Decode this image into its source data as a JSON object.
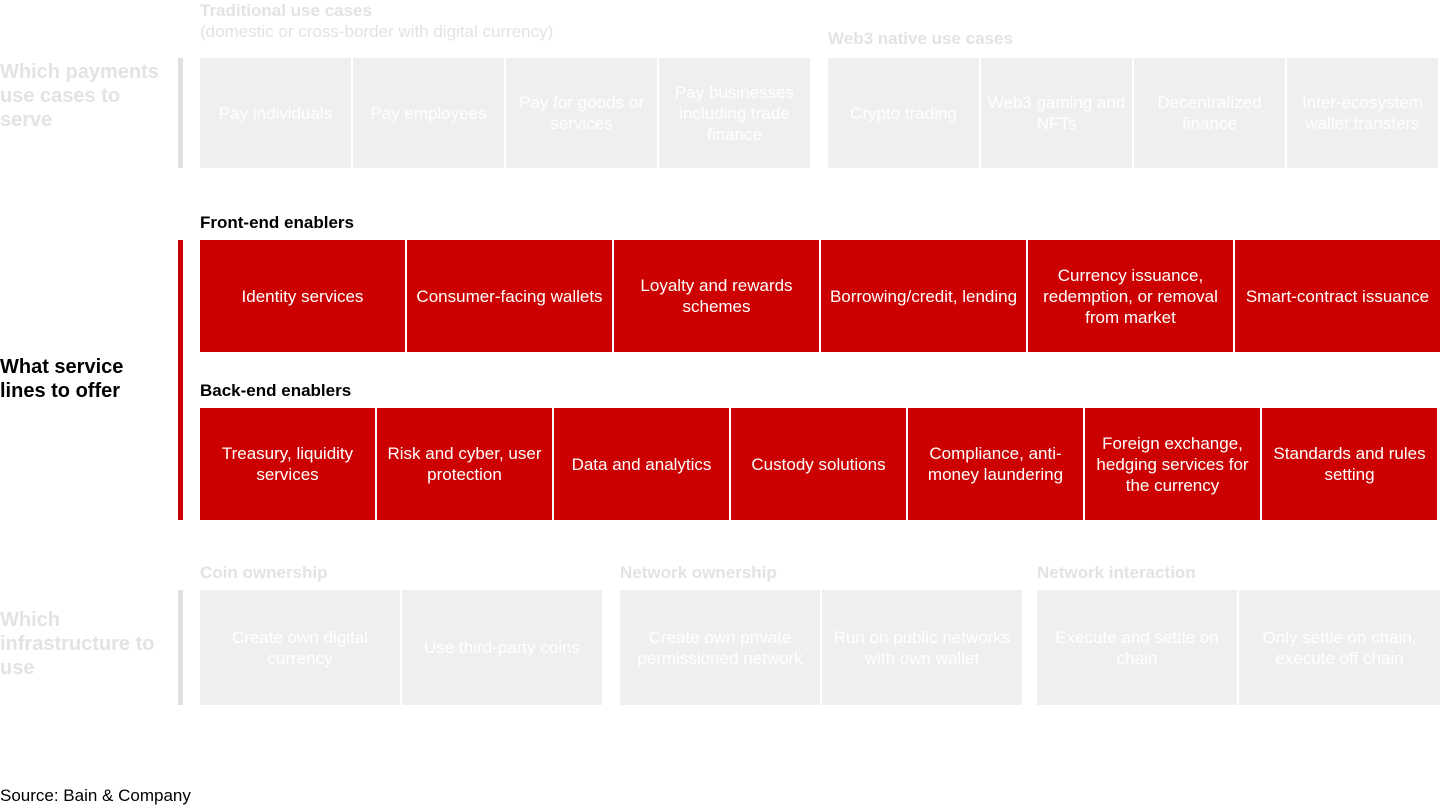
{
  "sections": [
    {
      "id": "payments-use-cases",
      "axis_label": "Which payments use cases to serve",
      "active": false,
      "groups": [
        {
          "title": "Traditional use cases",
          "subtitle": "(domestic or cross-border with digital currency)",
          "cells": [
            "Pay individuals",
            "Pay employees",
            "Pay for goods or services",
            "Pay businesses including trade finance"
          ]
        },
        {
          "title": "Web3 native use cases",
          "subtitle": "",
          "cells": [
            "Crypto trading",
            "Web3 gaming and NFTs",
            "Decentralized finance",
            "Inter-ecosystem wallet transfers"
          ]
        }
      ]
    },
    {
      "id": "service-lines",
      "axis_label": "What service lines to offer",
      "active": true,
      "groups": [
        {
          "title": "Front-end enablers",
          "subtitle": "",
          "cells": [
            "Identity services",
            "Consumer-facing wallets",
            "Loyalty and rewards schemes",
            "Borrowing/credit, lending",
            "Currency issuance, redemption, or removal from market",
            "Smart-contract issuance"
          ]
        },
        {
          "title": "Back-end enablers",
          "subtitle": "",
          "cells": [
            "Treasury, liquidity services",
            "Risk and cyber, user protection",
            "Data and analytics",
            "Custody solutions",
            "Compliance, anti-money laundering",
            "Foreign exchange, hedging services for the currency",
            "Standards and rules setting"
          ]
        }
      ]
    },
    {
      "id": "infrastructure",
      "axis_label": "Which infrastructure to use",
      "active": false,
      "groups": [
        {
          "title": "Coin ownership",
          "subtitle": "",
          "cells": [
            "Create own digital currency",
            "Use third-party coins"
          ]
        },
        {
          "title": "Network ownership",
          "subtitle": "",
          "cells": [
            "Create own private permissioned network",
            "Run on public networks with own wallet"
          ]
        },
        {
          "title": "Network interaction",
          "subtitle": "",
          "cells": [
            "Execute and settle on chain",
            "Only settle on chain, execute off chain"
          ]
        }
      ]
    }
  ],
  "footer": {
    "source": "Source: Bain & Company"
  },
  "colors": {
    "accent_red": "#cc0000",
    "muted_grey": "#efefef",
    "muted_text": "#e3e3e3",
    "active_text": "#000000"
  }
}
